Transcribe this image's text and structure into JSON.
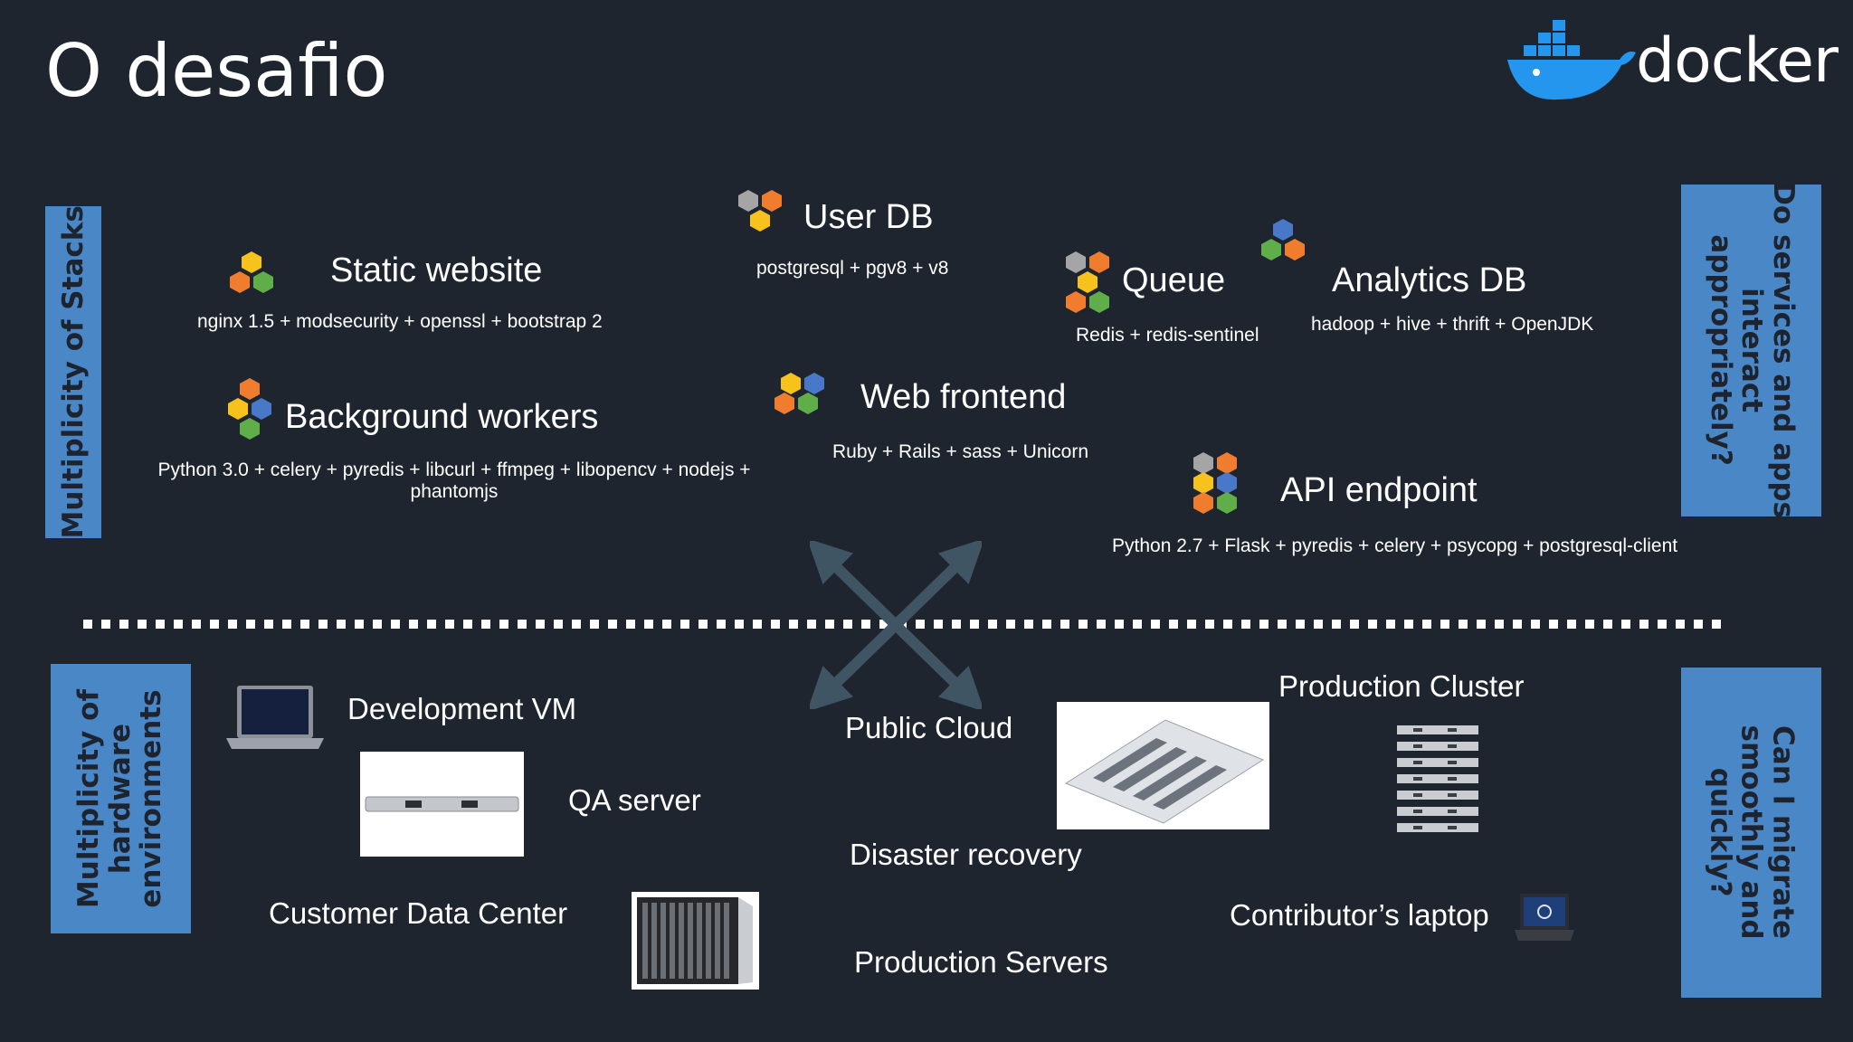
{
  "slide": {
    "title": "O desafio"
  },
  "logo": {
    "text": "docker"
  },
  "side_labels": {
    "top_left": "Multiplicity of Stacks",
    "top_right": [
      "Do services and apps",
      "interact",
      "appropriately?"
    ],
    "bottom_left": [
      "Multiplicity of",
      "hardware",
      "environments"
    ],
    "bottom_right": [
      "Can I migrate",
      "smoothly and",
      "quickly?"
    ]
  },
  "stacks": {
    "static_website": {
      "title": "Static website",
      "tech": "nginx 1.5 + modsecurity + openssl + bootstrap 2"
    },
    "user_db": {
      "title": "User DB",
      "tech": "postgresql + pgv8 + v8"
    },
    "queue": {
      "title": "Queue",
      "tech": "Redis + redis-sentinel"
    },
    "analytics_db": {
      "title": "Analytics DB",
      "tech": "hadoop + hive + thrift + OpenJDK"
    },
    "background_workers": {
      "title": "Background workers",
      "tech_line1": "Python 3.0 + celery + pyredis + libcurl + ffmpeg + libopencv + nodejs +",
      "tech_line2": "phantomjs"
    },
    "web_frontend": {
      "title": "Web frontend",
      "tech": "Ruby + Rails + sass + Unicorn"
    },
    "api_endpoint": {
      "title": "API endpoint",
      "tech": "Python 2.7 + Flask + pyredis + celery + psycopg + postgresql-client"
    }
  },
  "environments": {
    "dev_vm": "Development VM",
    "qa_server": "QA server",
    "customer_dc": "Customer Data Center",
    "public_cloud": "Public Cloud",
    "disaster_recovery": "Disaster recovery",
    "production_servers": "Production Servers",
    "production_cluster": "Production Cluster",
    "contributor_laptop": "Contributor’s laptop"
  },
  "colors": {
    "background": "#1f252f",
    "side_box": "#4a87c7",
    "hex_orange": "#f07d2e",
    "hex_yellow": "#f6c21b",
    "hex_green": "#5fae4a",
    "hex_blue": "#4a78c8",
    "hex_gray": "#a5a5a5",
    "arrow": "#3f5563"
  }
}
